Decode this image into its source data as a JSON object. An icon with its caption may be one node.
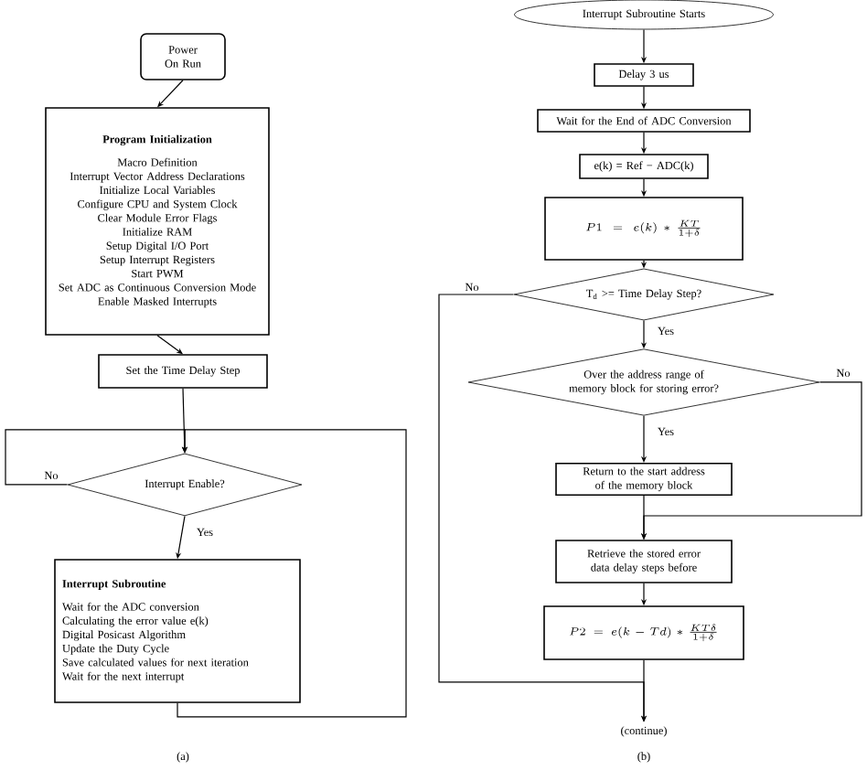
{
  "diagram": {
    "nodes": [
      {
        "text": [
          "Power On Run"
        ]
      },
      {
        "text": [
          "Program Initialization",
          "Macro Definition",
          "Interrupt Vector Address Declarations",
          "Initialize Local Variables",
          "Configure CPU and System Clock",
          "Clear Module Error Flags",
          "Initialize RAM",
          "Setup Digital I/O Port",
          "Setup Interrupt Registers",
          "Start PWM",
          "Set ADC as Continuous Conversion Mode",
          "Enable Masked Interrupts"
        ]
      },
      {
        "text": [
          "Set the Time Delay Step"
        ]
      },
      {
        "text": [
          "Interrupt Enable?"
        ]
      },
      {
        "text": [
          "Interrupt Subroutine",
          "Wait for the ADC conversion",
          "Calculating the error value e(k)",
          "Digital Posicast Algorithm",
          "Update the Duty Cycle",
          "Save calculated values for next iteration",
          "Wait for the next interrupt"
        ]
      },
      {
        "text": [
          "Interrupt Subroutine Starts"
        ]
      },
      {
        "text": [
          "Delay 3 us"
        ]
      },
      {
        "text": [
          "Wait for the End of ADC Conversion"
        ]
      },
      {
        "text": [
          "e(k) = Ref − ADC(k)"
        ]
      },
      {
        "text": [
          "P1 = e(k)*\\frac{KT}{1+\\delta}"
        ]
      },
      {
        "text": [
          "T$_{d}$ >= Time Delay Step?"
        ]
      },
      {
        "text": [
          "Over the address range of memory block for storing error?"
        ]
      },
      {
        "text": [
          "Return to the start address of the memory block"
        ]
      },
      {
        "text": [
          "Retrieve the stored error data delay steps before"
        ]
      },
      {
        "text": [
          "P2 = e(k-Td)*\\frac{KT\\delta}{1+\\delta}"
        ]
      },
      {
        "text": [
          "(continue)"
        ]
      }
    ],
    "edges": [
      {
        "from": 0,
        "to": 1,
        "arrow": "to"
      },
      {
        "from": 1,
        "to": 2,
        "arrow": "to"
      },
      {
        "from": 2,
        "to": 3,
        "arrow": "to"
      },
      {
        "from": 3,
        "to": 4,
        "arrow": "to",
        "label": "Yes"
      },
      {
        "from": 3,
        "to": 3,
        "arrow": "to",
        "label": "No"
      },
      {
        "from": 4,
        "to": 3,
        "arrow": "to"
      },
      {
        "from": 5,
        "to": 6,
        "arrow": "to"
      },
      {
        "from": 6,
        "to": 7,
        "arrow": "to"
      },
      {
        "from": 7,
        "to": 8,
        "arrow": "to"
      },
      {
        "from": 8,
        "to": 9,
        "arrow": "to"
      },
      {
        "from": 9,
        "to": 10,
        "arrow": "to"
      },
      {
        "from": 10,
        "to": 11,
        "arrow": "to",
        "label": "Yes"
      },
      {
        "from": 10,
        "to": 15,
        "arrow": "to",
        "label": "No"
      },
      {
        "from": 11,
        "to": 12,
        "arrow": "to",
        "label": "Yes"
      },
      {
        "from": 11,
        "to": 13,
        "arrow": "to",
        "label": "No"
      },
      {
        "from": 12,
        "to": 13,
        "arrow": "to"
      },
      {
        "from": 13,
        "to": 14,
        "arrow": "to"
      },
      {
        "from": 14,
        "to": 15,
        "arrow": "to"
      }
    ],
    "labels": [
      "(a)",
      "(b)"
    ]
  }
}
